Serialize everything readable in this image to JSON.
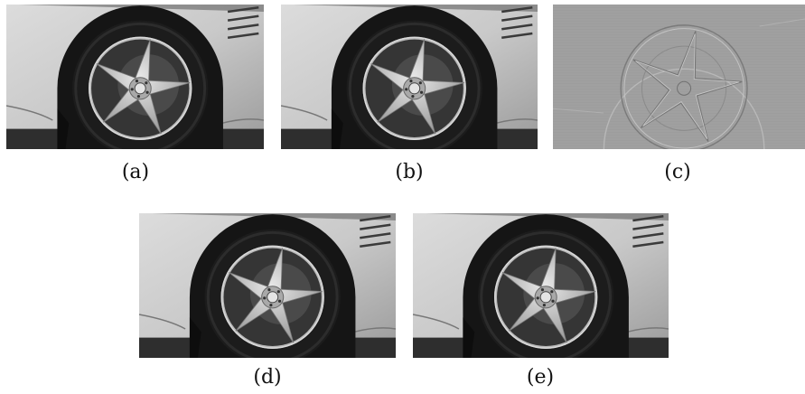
{
  "figure": {
    "panels": [
      {
        "id": "a",
        "label": "(a)",
        "style": "photo",
        "depicts": "car-wheel"
      },
      {
        "id": "b",
        "label": "(b)",
        "style": "photo",
        "depicts": "car-wheel"
      },
      {
        "id": "c",
        "label": "(c)",
        "style": "difference",
        "depicts": "car-wheel"
      },
      {
        "id": "d",
        "label": "(d)",
        "style": "photo",
        "depicts": "car-wheel"
      },
      {
        "id": "e",
        "label": "(e)",
        "style": "photo",
        "depicts": "car-wheel"
      }
    ]
  }
}
